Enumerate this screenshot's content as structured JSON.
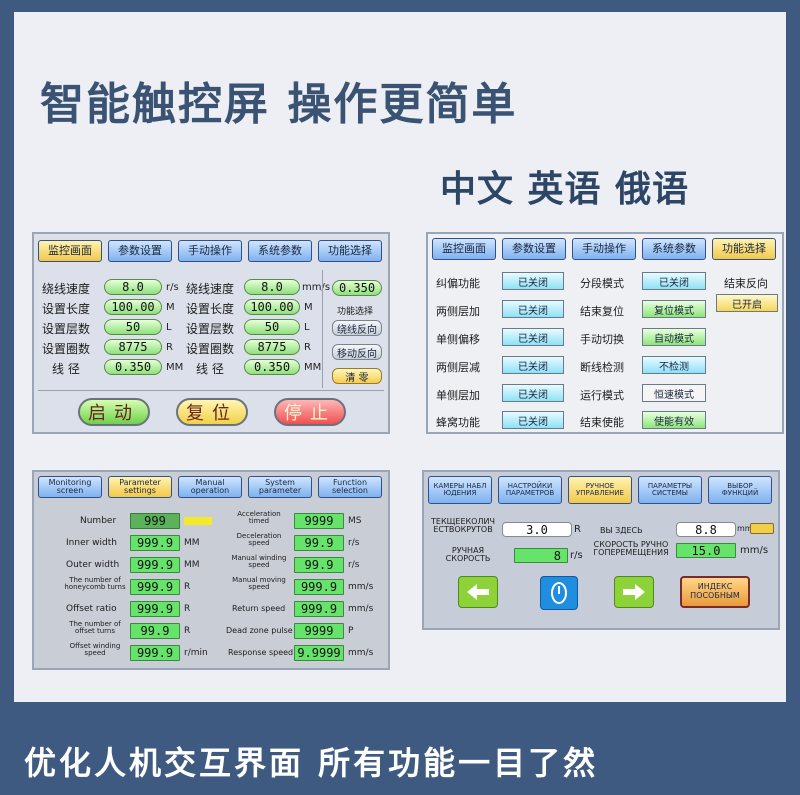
{
  "headline": "智能触控屏 操作更简单",
  "languages": "中文 英语 俄语",
  "footer": "优化人机交互界面 所有功能一目了然",
  "screen_cn1": {
    "tabs": [
      "监控画面",
      "参数设置",
      "手动操作",
      "系统参数",
      "功能选择"
    ],
    "left_rows": [
      {
        "label": "绕线速度",
        "value": "8.0",
        "unit": "r/s"
      },
      {
        "label": "设置长度",
        "value": "100.00",
        "unit": "M"
      },
      {
        "label": "设置层数",
        "value": "50",
        "unit": "L"
      },
      {
        "label": "设置圈数",
        "value": "8775",
        "unit": "R"
      },
      {
        "label": "线 径",
        "value": "0.350",
        "unit": "MM"
      }
    ],
    "right_rows": [
      {
        "label": "绕线速度",
        "value": "8.0",
        "unit": "mm/s"
      },
      {
        "label": "设置长度",
        "value": "100.00",
        "unit": "M"
      },
      {
        "label": "设置层数",
        "value": "50",
        "unit": "L"
      },
      {
        "label": "设置圈数",
        "value": "8775",
        "unit": "R"
      },
      {
        "label": "线 径",
        "value": "0.350",
        "unit": "MM"
      }
    ],
    "side_value": "0.350",
    "side_label": "功能选择",
    "side_buttons": [
      "绕线反向",
      "移动反向",
      "清 零"
    ],
    "start": "启动",
    "reset": "复位",
    "stop": "停止"
  },
  "screen_cn2": {
    "tabs": [
      "监控画面",
      "参数设置",
      "手动操作",
      "系统参数",
      "功能选择"
    ],
    "col1": [
      {
        "label": "纠偏功能",
        "state": "已关闭"
      },
      {
        "label": "两侧层加",
        "state": "已关闭"
      },
      {
        "label": "单侧偏移",
        "state": "已关闭"
      },
      {
        "label": "两侧层减",
        "state": "已关闭"
      },
      {
        "label": "单侧层加",
        "state": "已关闭"
      },
      {
        "label": "蜂窝功能",
        "state": "已关闭"
      }
    ],
    "col2": [
      {
        "label": "分段模式",
        "state": "已关闭"
      },
      {
        "label": "结束复位",
        "state": "复位模式"
      },
      {
        "label": "手动切换",
        "state": "自动模式"
      },
      {
        "label": "断线检测",
        "state": "不检测"
      },
      {
        "label": "运行模式",
        "state": "恒速模式"
      },
      {
        "label": "结束使能",
        "state": "使能有效"
      }
    ],
    "end_reverse_label": "结束反向",
    "end_reverse_state": "已开启"
  },
  "screen_en": {
    "tabs": [
      "Monitoring screen",
      "Parameter settings",
      "Manual operation",
      "System parameter",
      "Function selection"
    ],
    "left_rows": [
      {
        "label": "Number",
        "value": "999",
        "unit": ""
      },
      {
        "label": "Inner width",
        "value": "999.9",
        "unit": "MM"
      },
      {
        "label": "Outer width",
        "value": "999.9",
        "unit": "MM"
      },
      {
        "label": "The number of honeycomb turns",
        "value": "999.9",
        "unit": "R"
      },
      {
        "label": "Offset ratio",
        "value": "999.9",
        "unit": "R"
      },
      {
        "label": "The number of offset turns",
        "value": "99.9",
        "unit": "R"
      },
      {
        "label": "Offset winding speed",
        "value": "999.9",
        "unit": "r/min"
      }
    ],
    "right_rows": [
      {
        "label": "Acceleration timed",
        "value": "9999",
        "unit": "MS"
      },
      {
        "label": "Deceleration speed",
        "value": "99.9",
        "unit": "r/s"
      },
      {
        "label": "Manual winding speed",
        "value": "99.9",
        "unit": "r/s"
      },
      {
        "label": "Manual moving speed",
        "value": "999.9",
        "unit": "mm/s"
      },
      {
        "label": "Return speed",
        "value": "999.9",
        "unit": "mm/s"
      },
      {
        "label": "Dead zone pulse",
        "value": "9999",
        "unit": "P"
      },
      {
        "label": "Response speed",
        "value": "9.9999",
        "unit": "mm/s"
      }
    ]
  },
  "screen_ru": {
    "tabs": [
      "КАМЕРЫ НАБЛ ЮДЕНИЯ",
      "НАСТРОЙКИ ПАРАМЕТРОВ",
      "РУЧНОЕ УПРАВЛЕНИЕ",
      "ПАРАМЕТРЫ СИСТЕМЫ",
      "ВЫБОР ФУНКЦИЙ"
    ],
    "current_label": "ТЕКЩЕЕКОЛИЧ ЕСТВОКРУТОВ",
    "current_value": "3.0",
    "current_unit": "R",
    "manual_label": "РУЧНАЯ СКОРОСТЬ",
    "manual_value": "8",
    "manual_unit": "r/s",
    "here_label": "ВЫ ЗДЕСЬ",
    "here_value": "8.8",
    "here_unit": "mm",
    "traverse_label": "СКОРОСТЬ РУЧНО ГОПЕРЕМЕЩЕНИЯ",
    "traverse_value": "15.0",
    "traverse_unit": "mm/s",
    "index_button": "ИНДЕКС ПОСОБНЫМ",
    "icons": [
      "arrow-left-icon",
      "hand-icon",
      "arrow-right-icon"
    ]
  }
}
